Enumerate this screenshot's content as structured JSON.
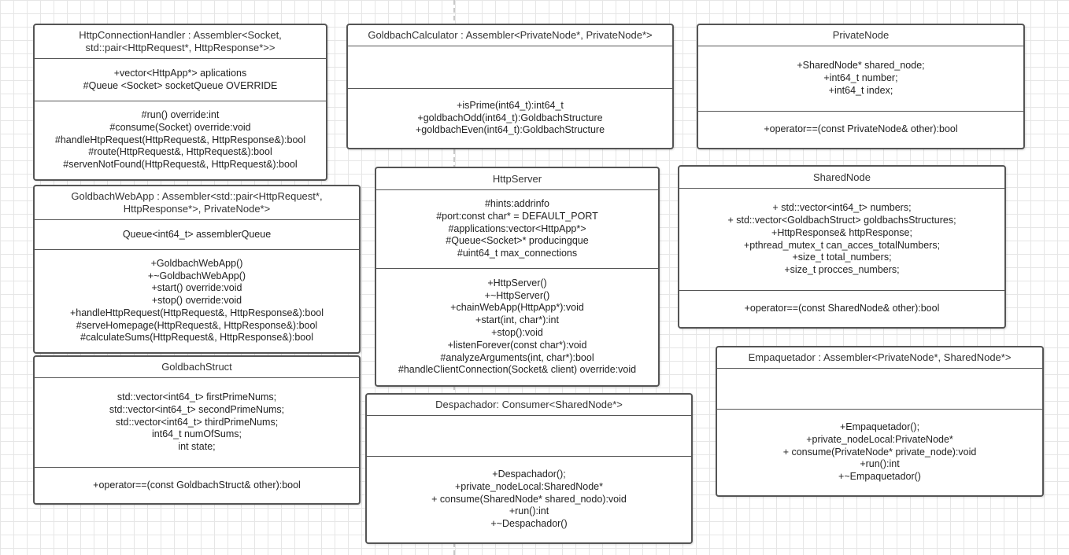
{
  "classes": [
    {
      "id": "httpconnectionhandler",
      "name_lines": [
        "HttpConnectionHandler : Assembler<Socket,",
        "std::pair<HttpRequest*, HttpResponse*>>"
      ],
      "attributes": [
        "+vector<HttpApp*> aplications",
        "#Queue <Socket> socketQueue OVERRIDE"
      ],
      "methods": [
        "#run() override:int",
        "#consume(Socket) override:void",
        "#handleHtpRequest(HttpRequest&, HttpResponse&):bool",
        "#route(HttpRequest&, HttpRequest&):bool",
        "#servenNotFound(HttpRequest&, HttpRequest&):bool"
      ]
    },
    {
      "id": "goldbachcalculator",
      "name_lines": [
        "GoldbachCalculator : Assembler<PrivateNode*, PrivateNode*>"
      ],
      "attributes": [],
      "methods": [
        "+isPrime(int64_t):int64_t",
        "+goldbachOdd(int64_t):GoldbachStructure",
        "+goldbachEven(int64_t):GoldbachStructure"
      ]
    },
    {
      "id": "privatenode",
      "name_lines": [
        "PrivateNode"
      ],
      "attributes": [
        "+SharedNode* shared_node;",
        "+int64_t number;",
        "+int64_t index;"
      ],
      "methods": [
        "+operator==(const PrivateNode& other):bool"
      ]
    },
    {
      "id": "goldbachwebapp",
      "name_lines": [
        "GoldbachWebApp : Assembler<std::pair<HttpRequest*,",
        "HttpResponse*>, PrivateNode*>"
      ],
      "attributes": [
        "Queue<int64_t> assemblerQueue"
      ],
      "methods": [
        "+GoldbachWebApp()",
        "+~GoldbachWebApp()",
        "+start() override:void",
        "+stop() override:void",
        "+handleHttpRequest(HttpRequest&, HttpResponse&):bool",
        "#serveHomepage(HttpRequest&, HttpResponse&):bool",
        "#calculateSums(HttpRequest&, HttpResponse&):bool"
      ]
    },
    {
      "id": "httpserver",
      "name_lines": [
        "HttpServer"
      ],
      "attributes": [
        "#hints:addrinfo",
        "#port:const char* = DEFAULT_PORT",
        "#applications:vector<HttpApp*>",
        "#Queue<Socket>* producingque",
        "#uint64_t max_connections"
      ],
      "methods": [
        "+HttpServer()",
        "+~HttpServer()",
        "+chainWebApp(HttpApp*):void",
        "+start(int, char*):int",
        "+stop():void",
        "+listenForever(const char*):void",
        "#analyzeArguments(int, char*):bool",
        "#handleClientConnection(Socket& client) override:void"
      ]
    },
    {
      "id": "sharednode",
      "name_lines": [
        "SharedNode"
      ],
      "attributes": [
        "+ std::vector<int64_t> numbers;",
        "+ std::vector<GoldbachStruct> goldbachsStructures;",
        "+HttpResponse& httpResponse;",
        "+pthread_mutex_t can_acces_totalNumbers;",
        "+size_t total_numbers;",
        "+size_t procces_numbers;"
      ],
      "methods": [
        "+operator==(const SharedNode& other):bool"
      ]
    },
    {
      "id": "goldbachstruct",
      "name_lines": [
        "GoldbachStruct"
      ],
      "attributes": [
        "std::vector<int64_t> firstPrimeNums;",
        "std::vector<int64_t> secondPrimeNums;",
        "std::vector<int64_t> thirdPrimeNums;",
        "int64_t numOfSums;",
        "int state;"
      ],
      "methods": [
        "+operator==(const GoldbachStruct& other):bool"
      ]
    },
    {
      "id": "despachador",
      "name_lines": [
        "Despachador: Consumer<SharedNode*>"
      ],
      "attributes": [],
      "methods": [
        "+Despachador();",
        "+private_nodeLocal:SharedNode*",
        "+ consume(SharedNode* shared_nodo):void",
        "+run():int",
        "+~Despachador()"
      ]
    },
    {
      "id": "empaquetador",
      "name_lines": [
        "Empaquetador : Assembler<PrivateNode*, SharedNode*>"
      ],
      "attributes": [],
      "methods": [
        "+Empaquetador();",
        "+private_nodeLocal:PrivateNode*",
        "+ consume(PrivateNode* private_node):void",
        "+run():int",
        "+~Empaquetador()"
      ]
    }
  ]
}
